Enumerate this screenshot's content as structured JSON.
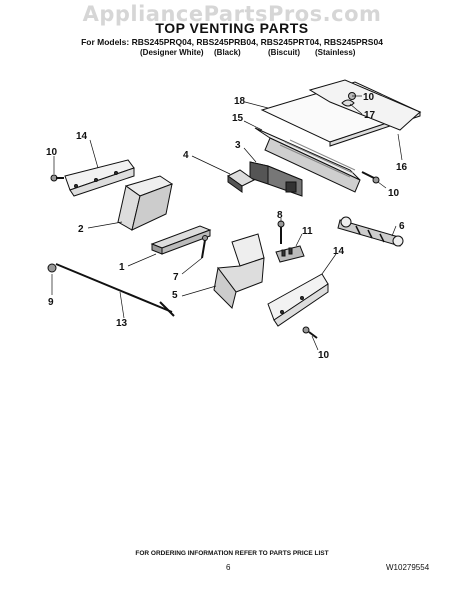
{
  "watermark": "AppliancePartsPros.com",
  "title": "TOP VENTING PARTS",
  "models": "For Models: RBS245PRQ04, RBS245PRB04, RBS245PRT04, RBS245PRS04",
  "colors": [
    "(Designer White)",
    "(Black)",
    "(Biscuit)",
    "(Stainless)"
  ],
  "callouts": [
    "18",
    "10",
    "17",
    "15",
    "16",
    "14",
    "10",
    "3",
    "4",
    "10",
    "2",
    "8",
    "11",
    "6",
    "1",
    "7",
    "14",
    "9",
    "5",
    "13",
    "10"
  ],
  "footer_note": "FOR ORDERING INFORMATION REFER TO PARTS PRICE LIST",
  "page_number": "6",
  "document_number": "W10279554"
}
